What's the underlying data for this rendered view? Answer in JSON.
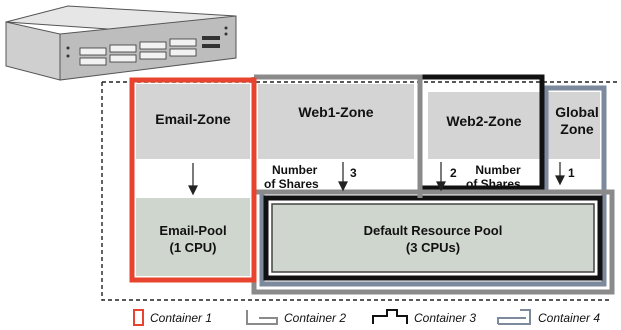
{
  "zones": {
    "email": "Email-Zone",
    "web1": "Web1-Zone",
    "web2": "Web2-Zone",
    "global_line1": "Global",
    "global_line2": "Zone"
  },
  "pools": {
    "email_name": "Email-Pool",
    "email_cpus": "(1 CPU)",
    "default_name": "Default Resource Pool",
    "default_cpus": "(3 CPUs)"
  },
  "shares": {
    "web1_line1": "Number",
    "web1_line2": "of Shares",
    "web1_value": "3",
    "web2_line1": "Number",
    "web2_line2": "of Shares",
    "web2_value": "2",
    "global_value": "1"
  },
  "legend": {
    "container1": "Container 1",
    "container2": "Container 2",
    "container3": "Container 3",
    "container4": "Container 4"
  },
  "colors": {
    "container1": "#e8432e",
    "container2": "#8a8a8a",
    "container3": "#111111",
    "container4": "#7d8a9e",
    "zone_fill": "#d4d4d4",
    "pool_fill": "#cfd6cd"
  }
}
